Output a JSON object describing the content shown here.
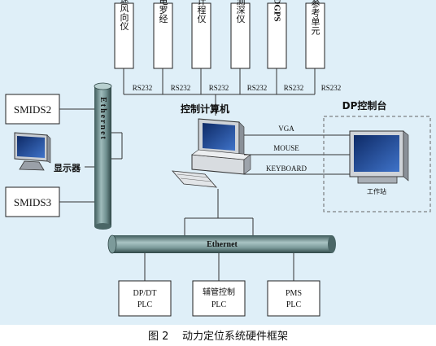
{
  "sensors": [
    {
      "label": "风速风向仪",
      "port": "RS232"
    },
    {
      "label": "电罗经",
      "port": "RS232"
    },
    {
      "label": "计程仪",
      "port": "RS232"
    },
    {
      "label": "测深仪",
      "port": "RS232"
    },
    {
      "label": "DGPS",
      "port": "RS232"
    },
    {
      "label": "运动参考单元",
      "port": "RS232"
    }
  ],
  "left_devices": {
    "smids2": "SMIDS2",
    "smids3": "SMIDS3",
    "display": "显示器"
  },
  "vertical_bus": "Ethernet",
  "horizontal_bus": "Ethernet",
  "computer": {
    "label": "控制计算机",
    "links": [
      "VGA",
      "MOUSE",
      "KEYBOARD"
    ]
  },
  "console": {
    "title": "DP控制台",
    "workstation": "工作站"
  },
  "plcs": [
    {
      "line1": "DP/DT",
      "line2": "PLC"
    },
    {
      "line1": "辅管控制",
      "line2": "PLC"
    },
    {
      "line1": "PMS",
      "line2": "PLC"
    }
  ],
  "caption": "图 2    动力定位系统硬件框架"
}
